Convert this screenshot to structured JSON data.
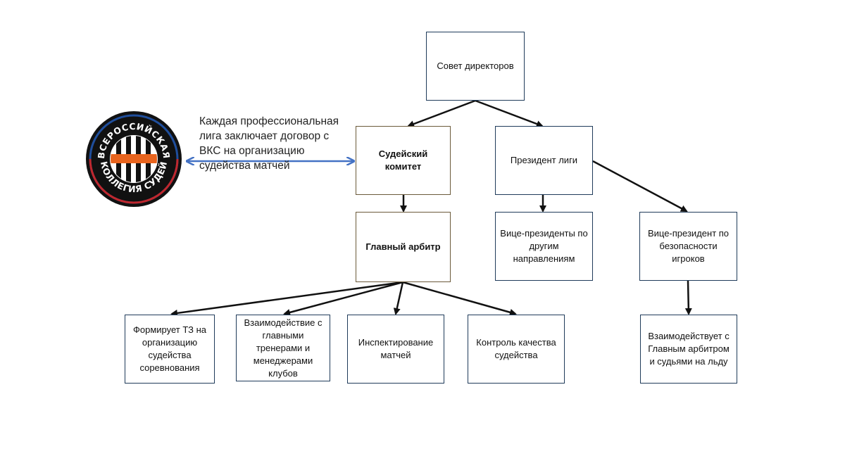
{
  "boxes": {
    "council": "Совет директоров",
    "committee": "Судейский комитет",
    "president": "Президент лиги",
    "chief": "Главный арбитр",
    "vp_other": "Вице-президенты по другим направлениям",
    "vp_safety": "Вице-президент по безопасности игроков",
    "task1": "Формирует ТЗ на организацию судейства соревнования",
    "task2": "Взаимодействие с главными тренерами и менеджерами клубов",
    "task3": "Инспектирование матчей",
    "task4": "Контроль качества судейства",
    "task5": "Взаимодействует с Главным арбитром и судьями на льду"
  },
  "note": "Каждая профессиональная лига заключает договор с ВКС на организацию судейства матчей",
  "logo": {
    "name": "vks-logo",
    "text": "ВСЕРОССИЙСКАЯ КОЛЛЕГИЯ СУДЕЙ",
    "colors": {
      "ring": "#111111",
      "accent": "#e8641e",
      "rim_red": "#c0272d",
      "rim_blue": "#1f4e9c"
    }
  },
  "colors": {
    "arrow": "#111111",
    "double_arrow": "#4472c4"
  }
}
